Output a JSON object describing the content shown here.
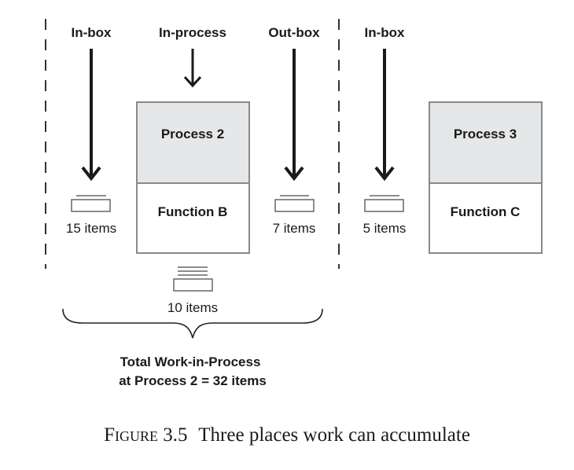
{
  "colors": {
    "process_fill": "#e6e7e8",
    "function_fill": "#ffffff",
    "box_stroke": "#8a8a8a",
    "arrow": "#1a1a1a",
    "divider": "#333333"
  },
  "headers": {
    "inbox_1": "In-box",
    "in_process": "In-process",
    "outbox": "Out-box",
    "inbox_2": "In-box"
  },
  "process2": {
    "name": "Process 2",
    "function": "Function B"
  },
  "process3": {
    "name": "Process 3",
    "function": "Function C"
  },
  "queues": {
    "inbox_1": {
      "count": 15,
      "label": "15 items"
    },
    "in_process": {
      "count": 10,
      "label": "10 items"
    },
    "outbox": {
      "count": 7,
      "label": "7 items"
    },
    "inbox_2": {
      "count": 5,
      "label": "5 items"
    }
  },
  "total": {
    "line1": "Total Work-in-Process",
    "line2": "at Process 2 = 32 items",
    "value": 32
  },
  "caption": {
    "figure_word": "Figure",
    "figure_number": "3.5",
    "text": "Three places work can accumulate"
  }
}
